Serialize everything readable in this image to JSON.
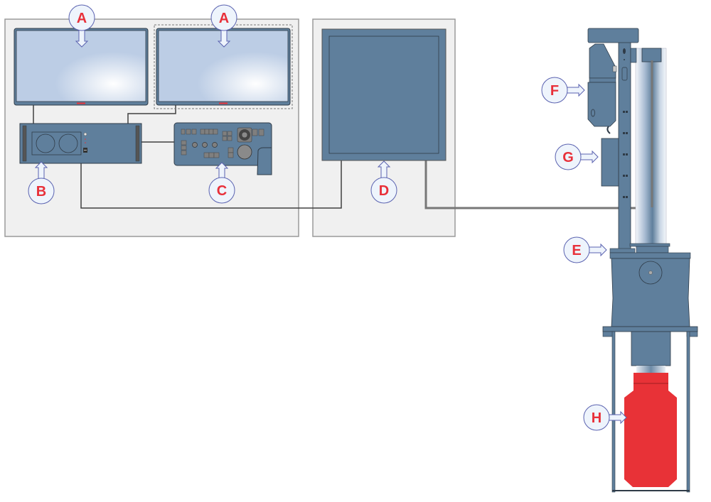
{
  "diagram": {
    "title": "Imaging system components diagram",
    "colors": {
      "panel_bg": "#f0f0f0",
      "panel_border": "#9a9a9a",
      "device_blue": "#5f7f9c",
      "device_outline": "#2f3b47",
      "screen_blue": "#bccde5",
      "callout_fill": "#eef4fc",
      "callout_stroke": "#5a62b0",
      "label_red": "#e8303a",
      "accent_red": "#e83237",
      "cable_dark": "#404040",
      "cable_gray": "#777777"
    },
    "groups": [
      {
        "id": "workstation-area",
        "components": [
          "A",
          "A",
          "B",
          "C"
        ]
      },
      {
        "id": "control-area",
        "components": [
          "D"
        ]
      },
      {
        "id": "instrument-stand",
        "components": [
          "E",
          "F",
          "G",
          "H"
        ]
      }
    ],
    "callouts": [
      {
        "id": "monitor-left",
        "letter": "A",
        "component": "Monitor",
        "pointer": "down"
      },
      {
        "id": "monitor-right",
        "letter": "A",
        "component": "Monitor (optional, dashed outline)",
        "pointer": "down"
      },
      {
        "id": "computer-unit",
        "letter": "B",
        "component": "Computer / control unit",
        "pointer": "up"
      },
      {
        "id": "control-panel",
        "letter": "C",
        "component": "Control panel with joystick",
        "pointer": "up"
      },
      {
        "id": "control-cabinet",
        "letter": "D",
        "component": "Control cabinet",
        "pointer": "up"
      },
      {
        "id": "stand-base",
        "letter": "E",
        "component": "Stand base / mount",
        "pointer": "right"
      },
      {
        "id": "drive-unit",
        "letter": "F",
        "component": "Drive / motor unit",
        "pointer": "right"
      },
      {
        "id": "junction-box",
        "letter": "G",
        "component": "Junction box",
        "pointer": "right"
      },
      {
        "id": "red-vessel",
        "letter": "H",
        "component": "Red vessel / container",
        "pointer": "right"
      }
    ]
  }
}
